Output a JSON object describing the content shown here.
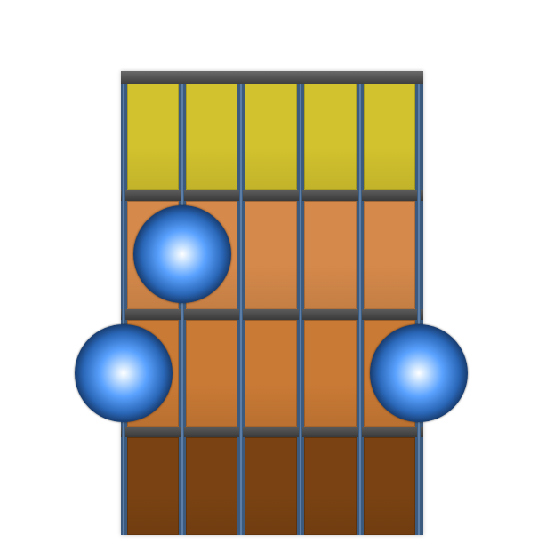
{
  "diagram": {
    "type": "chord-diagram",
    "strings": 6,
    "frets_shown": 4,
    "fret_colors": [
      "#d2c22e",
      "#d5894a",
      "#c97a35",
      "#7a4212"
    ],
    "dot_color": "#5aa2ff",
    "finger_positions": [
      {
        "string": 2,
        "fret": 2
      },
      {
        "string": 1,
        "fret": 3
      },
      {
        "string": 6,
        "fret": 3
      }
    ]
  }
}
